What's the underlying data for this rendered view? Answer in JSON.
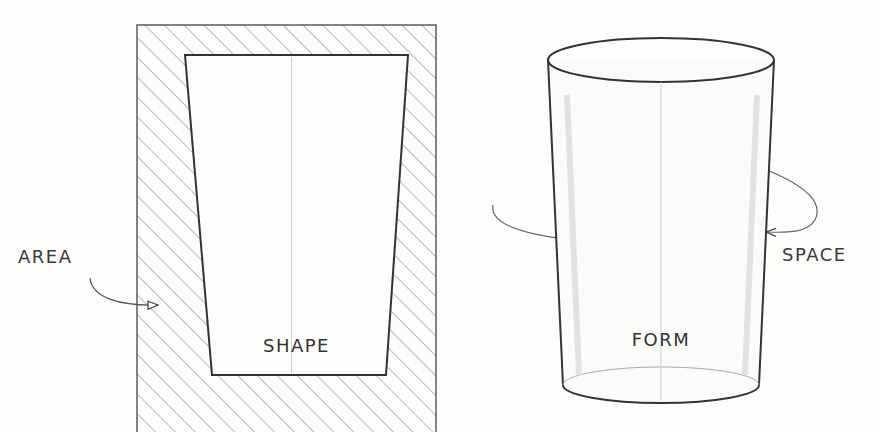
{
  "diagram": {
    "nodes": [
      {
        "text": [
          "SHAPE"
        ]
      },
      {
        "text": [
          "FORM"
        ]
      }
    ],
    "labels": [
      "AREA",
      "SPACE"
    ]
  }
}
